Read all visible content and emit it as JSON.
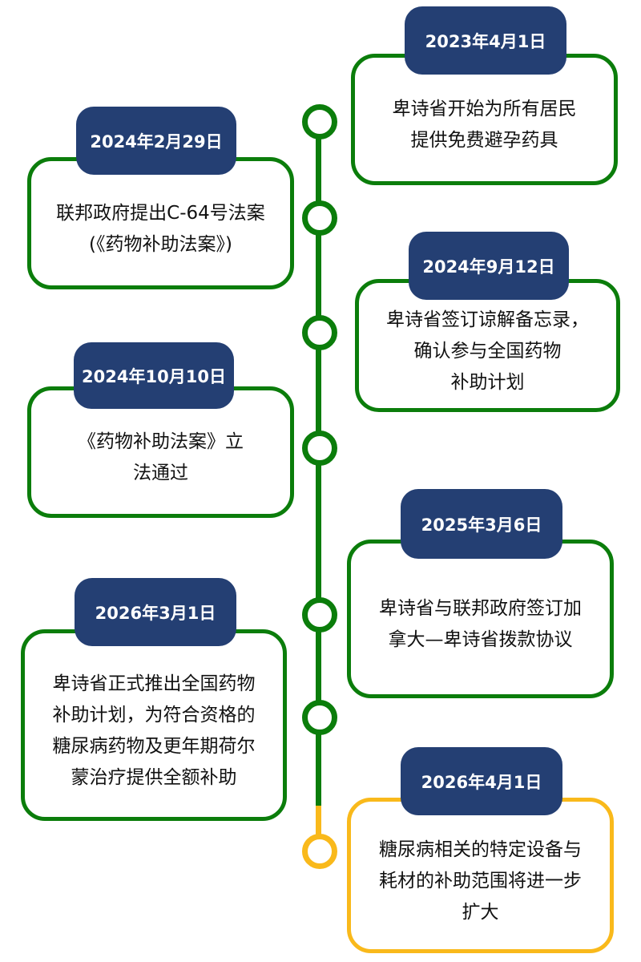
{
  "colors": {
    "line": "#0b7d0b",
    "future": "#f9b91b",
    "label_bg": "#243f73"
  },
  "events": [
    {
      "date": "2023年4月1日",
      "lines": [
        "卑诗省开始为所有居民",
        "提供免费避孕药具"
      ]
    },
    {
      "date": "2024年2月29日",
      "lines": [
        "联邦政府提出C-64号法案",
        "(《药物补助法案》)"
      ]
    },
    {
      "date": "2024年9月12日",
      "lines": [
        "卑诗省签订谅解备忘录，",
        "确认参与全国药物",
        "补助计划"
      ]
    },
    {
      "date": "2024年10月10日",
      "lines": [
        "《药物补助法案》立",
        "法通过"
      ]
    },
    {
      "date": "2025年3月6日",
      "lines": [
        "卑诗省与联邦政府签订加",
        "拿大—卑诗省拨款协议"
      ]
    },
    {
      "date": "2026年3月1日",
      "lines": [
        "卑诗省正式推出全国药物",
        "补助计划，为符合资格的",
        "糖尿病药物及更年期荷尔",
        "蒙治疗提供全额补助"
      ]
    },
    {
      "date": "2026年4月1日",
      "lines": [
        "糖尿病相关的特定设备与",
        "耗材的补助范围将进一步",
        "扩大"
      ]
    }
  ]
}
